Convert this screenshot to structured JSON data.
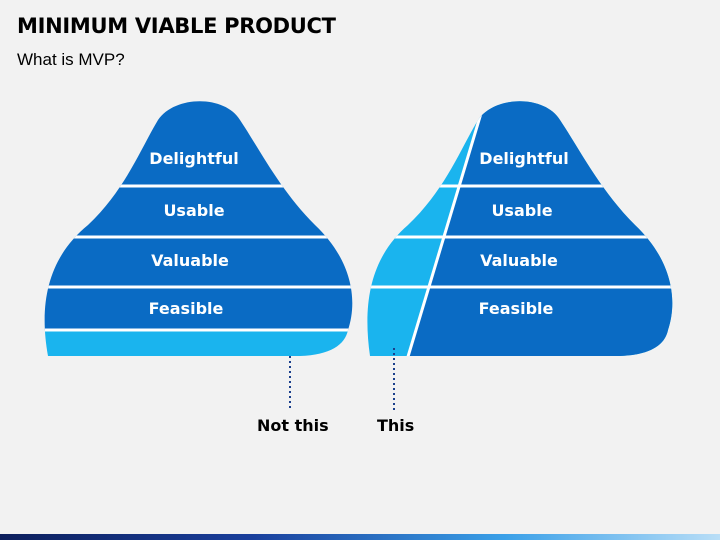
{
  "header": {
    "title": "MINIMUM VIABLE PRODUCT",
    "subtitle": "What is MVP?"
  },
  "left_pyramid": {
    "layers": [
      {
        "label": "Delightful"
      },
      {
        "label": "Usable"
      },
      {
        "label": "Valuable"
      },
      {
        "label": "Feasible"
      }
    ],
    "pointer_label": "Not this"
  },
  "right_pyramid": {
    "layers": [
      {
        "label": "Delightful"
      },
      {
        "label": "Usable"
      },
      {
        "label": "Valuable"
      },
      {
        "label": "Feasible"
      }
    ],
    "pointer_label": "This"
  },
  "colors": {
    "dark_blue": "#0a6bc4",
    "light_blue": "#1ab4ee",
    "background": "#f2f2f2",
    "separator": "#ffffff"
  }
}
